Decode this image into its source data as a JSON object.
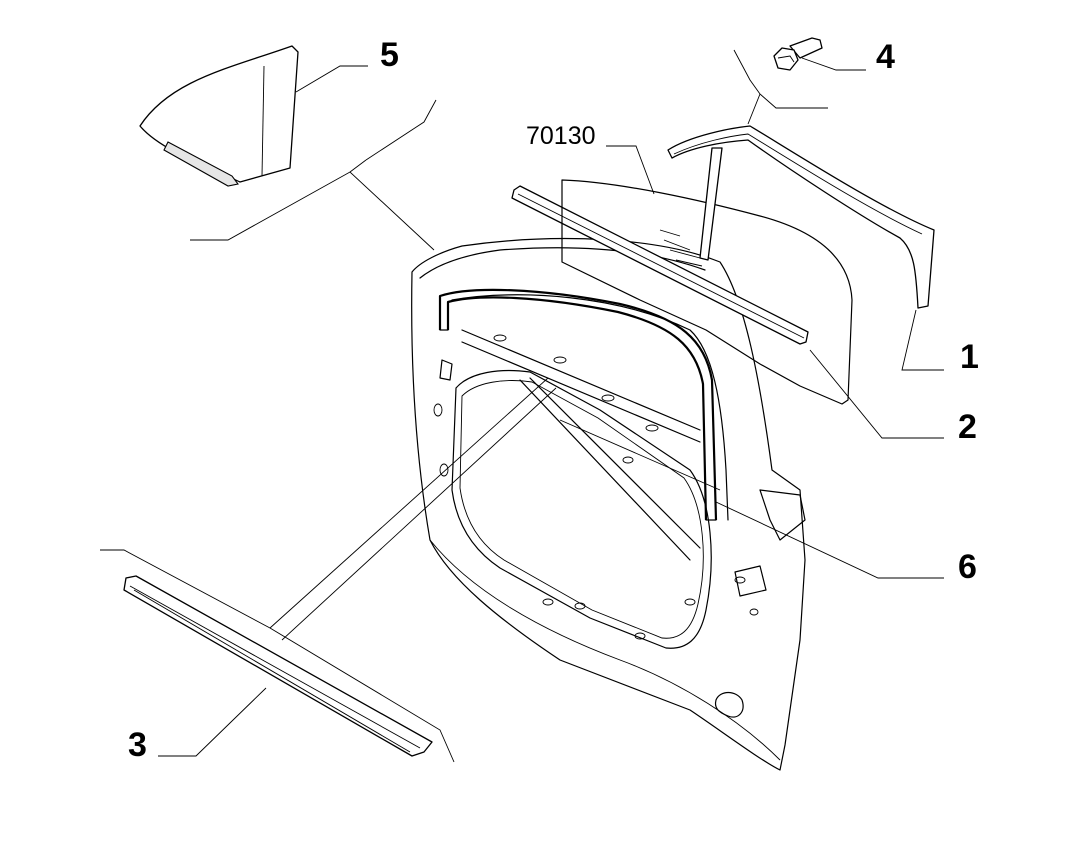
{
  "diagram": {
    "reference_code": "70130",
    "callouts": [
      {
        "id": "label-1",
        "text": "1"
      },
      {
        "id": "label-2",
        "text": "2"
      },
      {
        "id": "label-3",
        "text": "3"
      },
      {
        "id": "label-4",
        "text": "4"
      },
      {
        "id": "label-5",
        "text": "5"
      },
      {
        "id": "label-6",
        "text": "6"
      }
    ]
  }
}
